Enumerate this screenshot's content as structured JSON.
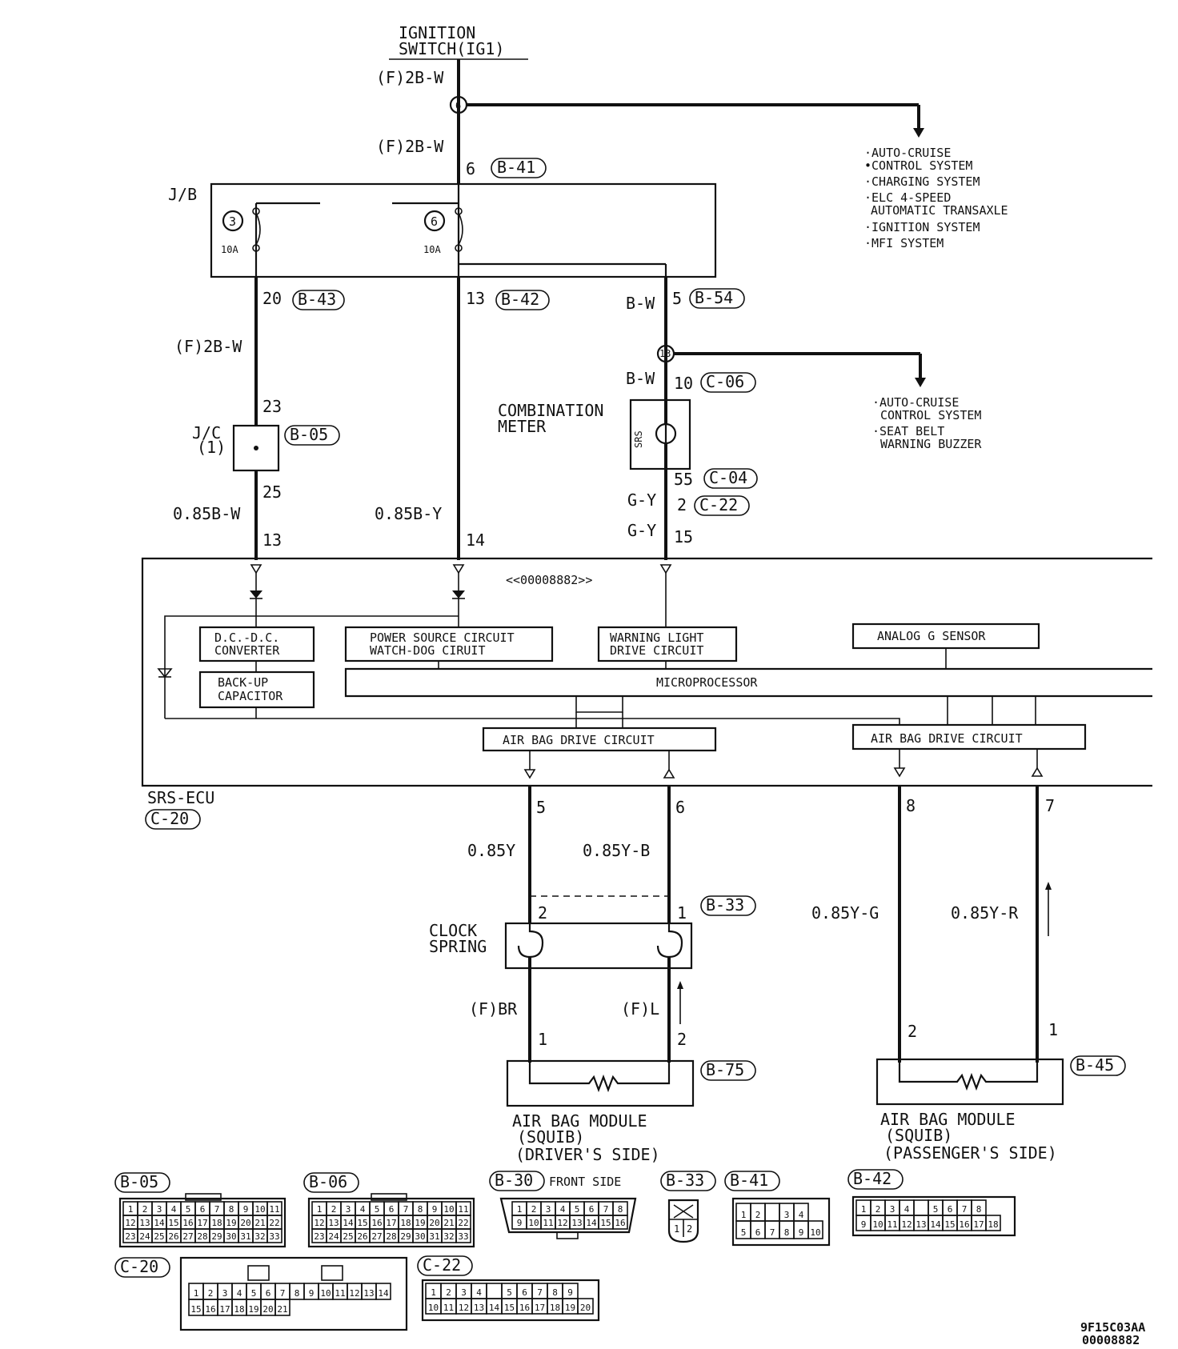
{
  "top": {
    "ignition_line1": "IGNITION",
    "ignition_line2": "SWITCH(IG1)",
    "wire_top_1": "(F)2B-W",
    "wire_top_2": "(F)2B-W",
    "junction_top": "6",
    "pin_jb_in": "6",
    "conn_b41": "B-41"
  },
  "branch_right_1": [
    "·AUTO-CRUISE",
    "•CONTROL SYSTEM",
    "·CHARGING SYSTEM",
    "·ELC 4-SPEED",
    "AUTOMATIC TRANSAXLE",
    "·IGNITION SYSTEM",
    "·MFI SYSTEM"
  ],
  "jb": {
    "label": "J/B",
    "fuse_a_num": "3",
    "fuse_a_rating": "10A",
    "fuse_b_num": "6",
    "fuse_b_rating": "10A"
  },
  "col_left": {
    "pin_out": "20",
    "conn_out": "B-43",
    "wire": "(F)2B-W",
    "pin_jc_in": "23",
    "jc_label_1": "J/C",
    "jc_label_2": "(1)",
    "conn_jc": "B-05",
    "pin_jc_out": "25",
    "wire_2": "0.85B-W",
    "pin_ecu": "13"
  },
  "col_mid": {
    "pin_out": "13",
    "conn_out": "B-42",
    "wire": "0.85B-Y",
    "pin_ecu": "14"
  },
  "col_right": {
    "wire_1": "B-W",
    "pin_out": "5",
    "conn_out": "B-54",
    "junction": "13",
    "wire_2": "B-W",
    "pin_meter_in": "10",
    "conn_meter_in": "C-06",
    "meter_line1": "COMBINATION",
    "meter_line2": "METER",
    "meter_code": "SRS",
    "pin_meter_out": "55",
    "conn_meter_out": "C-04",
    "wire_3": "G-Y",
    "pin_c22": "2",
    "conn_c22": "C-22",
    "wire_4": "G-Y",
    "pin_ecu": "15"
  },
  "branch_right_2": [
    "·AUTO-CRUISE",
    "CONTROL SYSTEM",
    "·SEAT BELT",
    "WARNING BUZZER"
  ],
  "ecu": {
    "code": "<<00008882>>",
    "dcdc_1": "D.C.-D.C.",
    "dcdc_2": "CONVERTER",
    "backup_1": "BACK-UP",
    "backup_2": "CAPACITOR",
    "power_1": "POWER SOURCE CIRCUIT",
    "power_2": "WATCH-DOG CIRUIT",
    "warning_1": "WARNING LIGHT",
    "warning_2": "DRIVE CIRCUIT",
    "analog": "ANALOG G SENSOR",
    "micro": "MICROPROCESSOR",
    "drive_1": "AIR BAG DRIVE CIRCUIT",
    "drive_2": "AIR BAG DRIVE CIRCUIT",
    "name": "SRS-ECU",
    "conn": "C-20"
  },
  "bottom": {
    "pin_5": "5",
    "pin_6": "6",
    "pin_8": "8",
    "pin_7": "7",
    "wire_y": "0.85Y",
    "wire_yb": "0.85Y-B",
    "wire_yg": "0.85Y-G",
    "wire_yr": "0.85Y-R",
    "clock_line1": "CLOCK",
    "clock_line2": "SPRING",
    "clock_pin_2": "2",
    "clock_pin_1": "1",
    "conn_b33": "B-33",
    "wire_fbr": "(F)BR",
    "wire_fl": "(F)L",
    "drv_pin_1": "1",
    "drv_pin_2": "2",
    "conn_b75": "B-75",
    "pass_pin_2": "2",
    "pass_pin_1": "1",
    "conn_b45": "B-45",
    "drv_label_1": "AIR BAG MODULE",
    "drv_label_2": "(SQUIB)",
    "drv_label_3": "(DRIVER'S SIDE)",
    "pass_label_1": "AIR BAG MODULE",
    "pass_label_2": "(SQUIB)",
    "pass_label_3": "(PASSENGER'S SIDE)"
  },
  "connectors": {
    "b05": "B-05",
    "b06": "B-06",
    "b30": "B-30",
    "b30_note": "FRONT SIDE",
    "b33": "B-33",
    "b41": "B-41",
    "b42": "B-42",
    "c20": "C-20",
    "c22": "C-22",
    "b05_rows": [
      [
        "1",
        "2",
        "3",
        "4",
        "5",
        "6",
        "7",
        "8",
        "9",
        "10",
        "11"
      ],
      [
        "12",
        "13",
        "14",
        "15",
        "16",
        "17",
        "18",
        "19",
        "20",
        "21",
        "22"
      ],
      [
        "23",
        "24",
        "25",
        "26",
        "27",
        "28",
        "29",
        "30",
        "31",
        "32",
        "33"
      ]
    ],
    "b30_rows": [
      [
        "1",
        "2",
        "3",
        "4",
        "5",
        "6",
        "7",
        "8"
      ],
      [
        "9",
        "10",
        "11",
        "12",
        "13",
        "14",
        "15",
        "16"
      ]
    ],
    "b33_pins": [
      "1",
      "2"
    ],
    "b41_rows": [
      [
        "1",
        "2",
        "",
        "3",
        "4"
      ],
      [
        "5",
        "6",
        "7",
        "8",
        "9",
        "10"
      ]
    ],
    "b42_rows": [
      [
        "1",
        "2",
        "3",
        "4",
        "",
        "5",
        "6",
        "7",
        "8"
      ],
      [
        "9",
        "10",
        "11",
        "12",
        "13",
        "14",
        "15",
        "16",
        "17",
        "18"
      ]
    ],
    "c20_rows": [
      [
        "1",
        "2",
        "3",
        "4",
        "5",
        "6",
        "7",
        "8",
        "9",
        "10",
        "11",
        "12",
        "13",
        "14"
      ],
      [
        "15",
        "16",
        "17",
        "18",
        "19",
        "20",
        "21"
      ]
    ],
    "c22_rows": [
      [
        "1",
        "2",
        "3",
        "4",
        "",
        "5",
        "6",
        "7",
        "8",
        "9"
      ],
      [
        "10",
        "11",
        "12",
        "13",
        "14",
        "15",
        "16",
        "17",
        "18",
        "19",
        "20"
      ]
    ]
  },
  "footer": {
    "code_1": "9F15C03AA",
    "code_2": "00008882"
  }
}
